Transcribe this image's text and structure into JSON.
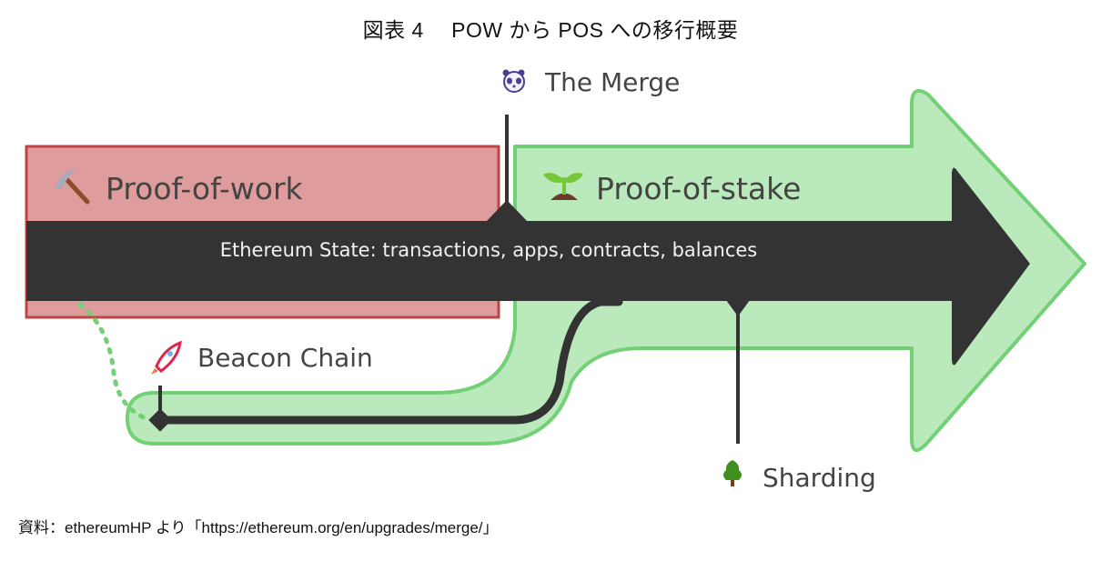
{
  "figure": {
    "title": "図表 4　 POW から POS への移行概要",
    "source": "資料：ethereumHP より「https://ethereum.org/en/upgrades/merge/」"
  },
  "diagram": {
    "state_label": "Ethereum State: transactions, apps, contracts, balances",
    "phases": {
      "pow": {
        "label": "Proof-of-work",
        "icon": "pickaxe-icon"
      },
      "pos": {
        "label": "Proof-of-stake",
        "icon": "seedling-icon"
      }
    },
    "milestones": {
      "merge": {
        "label": "The Merge",
        "icon": "panda-icon"
      },
      "beacon": {
        "label": "Beacon Chain",
        "icon": "rocket-icon"
      },
      "sharding": {
        "label": "Sharding",
        "icon": "tree-icon"
      }
    },
    "colors": {
      "pow_fill": "#de9c9c",
      "pow_stroke": "#c04444",
      "pos_fill": "#bae9bb",
      "pos_stroke": "#74d077",
      "state_arrow": "#333333"
    }
  }
}
